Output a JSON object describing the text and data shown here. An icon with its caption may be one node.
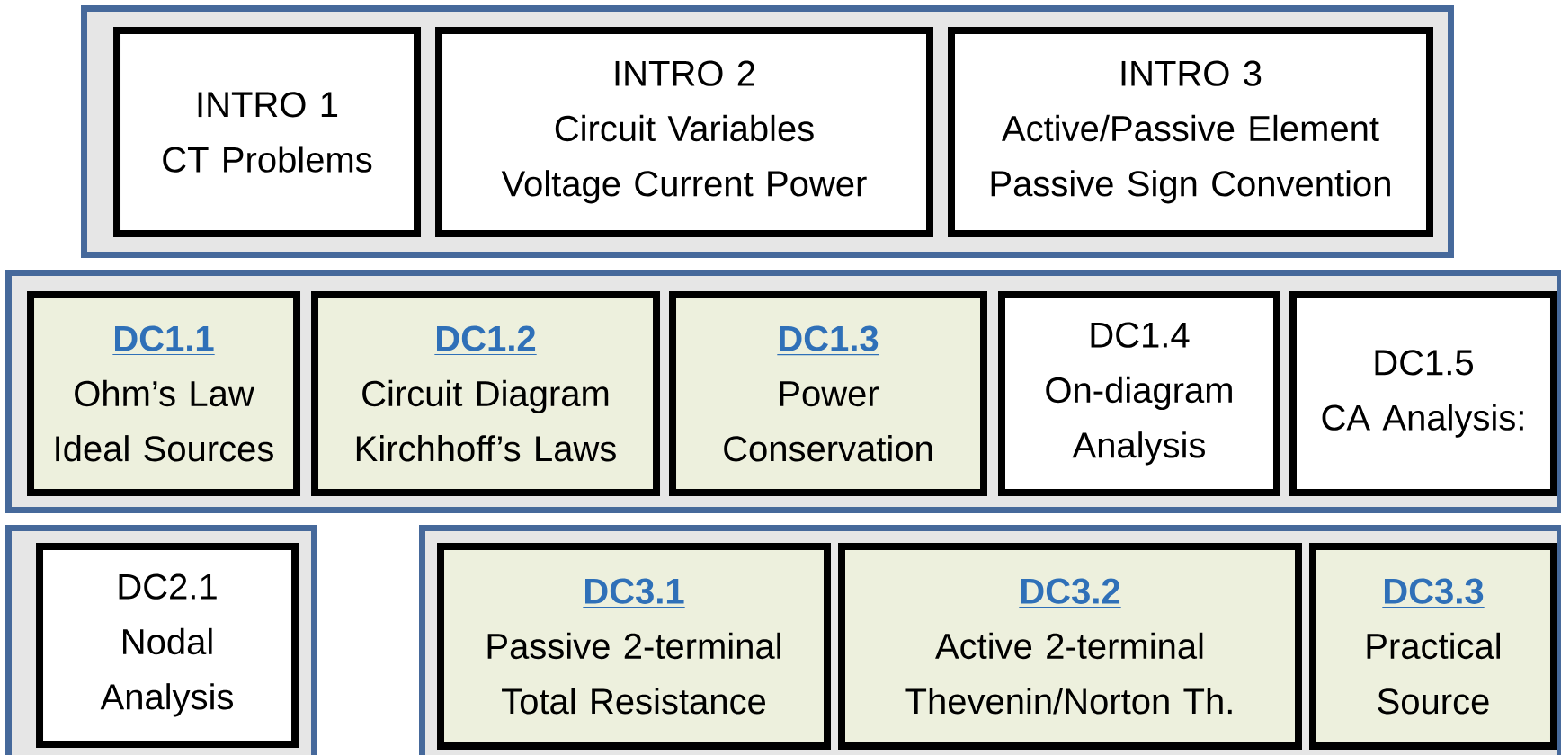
{
  "diagram": {
    "nodes": [
      {
        "text": [],
        "shape": "box"
      },
      {
        "text": [
          "INTRO 1",
          "CT Problems"
        ],
        "in": 0
      },
      {
        "text": [
          "INTRO 2",
          "Circuit Variables Voltage Current Power"
        ],
        "in": 0
      },
      {
        "text": [
          "INTRO 3",
          "Active/Passive Element Passive Sign Convention"
        ],
        "in": 0
      },
      {
        "text": [],
        "shape": "box"
      },
      {
        "text": [
          "DC1.1",
          "Ohm’s Law Ideal Sources"
        ],
        "in": 4
      },
      {
        "text": [
          "DC1.2",
          "Circuit Diagram Kirchhoff’s Laws"
        ],
        "in": 4
      },
      {
        "text": [
          "DC1.3",
          "Power Conservation"
        ],
        "in": 4
      },
      {
        "text": [
          "DC1.4",
          "On-diagram Analysis"
        ],
        "in": 4
      },
      {
        "text": [
          "DC1.5",
          "CA Analysis:"
        ],
        "in": 4
      },
      {
        "text": [],
        "shape": "box"
      },
      {
        "text": [
          "DC2.1",
          "Nodal Analysis"
        ],
        "in": 10
      },
      {
        "text": [],
        "shape": "box"
      },
      {
        "text": [
          "DC3.1",
          "Passive 2-terminal Total Resistance"
        ],
        "in": 12
      },
      {
        "text": [
          "DC3.2",
          "Active 2-terminal Thevenin/Norton Th."
        ],
        "in": 12
      },
      {
        "text": [
          "DC3.3",
          "Practical Source"
        ],
        "in": 12
      }
    ]
  }
}
